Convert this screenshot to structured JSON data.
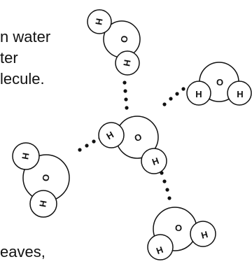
{
  "text": {
    "line_1": "n water",
    "line_2": "ter",
    "line_3": "lecule.",
    "line_4": "eaves,"
  },
  "atom_labels": {
    "oxygen": "O",
    "hydrogen": "H"
  },
  "colors": {
    "ink": "#111111",
    "fill": "#ffffff"
  }
}
